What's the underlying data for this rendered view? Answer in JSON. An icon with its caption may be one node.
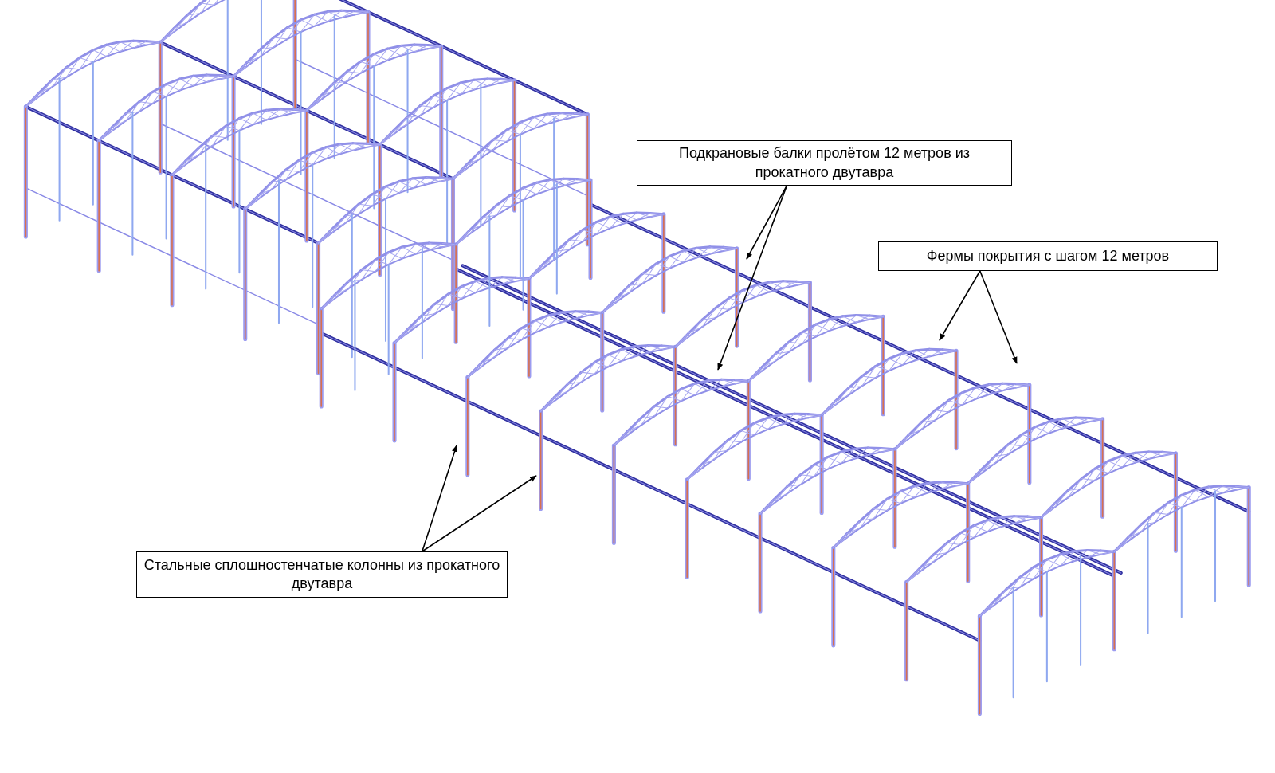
{
  "diagram": {
    "nodes": [
      {
        "text": [
          "Подкрановые балки пролётом 12 метров из прокатного двутавра"
        ]
      },
      {
        "text": [
          "Фермы покрытия с шагом 12 метров"
        ]
      },
      {
        "text": [
          "Стальные сплошностенчатые колонны из прокатного двутавра"
        ]
      }
    ],
    "edges": [
      {
        "from": 0,
        "to": null,
        "arrow": "to"
      },
      {
        "from": 0,
        "to": null,
        "arrow": "to"
      },
      {
        "from": 1,
        "to": null,
        "arrow": "to"
      },
      {
        "from": 1,
        "to": null,
        "arrow": "to"
      },
      {
        "from": 2,
        "to": null,
        "arrow": "to"
      },
      {
        "from": 2,
        "to": null,
        "arrow": "to"
      }
    ]
  }
}
